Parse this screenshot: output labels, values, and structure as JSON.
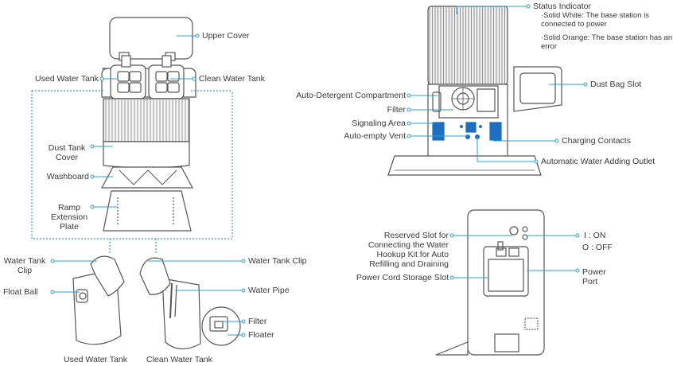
{
  "labels": {
    "upper_cover": "Upper Cover",
    "used_water_tank": "Used Water Tank",
    "clean_water_tank": "Clean Water Tank",
    "dust_tank_cover": "Dust Tank Cover",
    "washboard": "Washboard",
    "ramp_extension_plate": "Ramp Extension Plate",
    "water_tank_clip_left": "Water Tank Clip",
    "float_ball": "Float Ball",
    "water_tank_clip_right": "Water Tank Clip",
    "water_pipe": "Water Pipe",
    "filter_tank": "Filter",
    "floater": "Floater",
    "caption_used": "Used Water Tank",
    "caption_clean": "Clean Water Tank",
    "status_indicator": "Status Indicator",
    "status_white": "·Solid White: The base station is connected to power",
    "status_orange": "·Solid Orange: The base station has an error",
    "auto_detergent": "Auto-Detergent Compartment",
    "filter_station": "Filter",
    "signaling_area": "Signaling Area",
    "auto_empty_vent": "Auto-empty Vent",
    "dust_bag_slot": "Dust Bag Slot",
    "charging_contacts": "Charging Contacts",
    "auto_water_outlet": "Automatic Water Adding Outlet",
    "reserved_slot": "Reserved Slot for Connecting the Water Hookup Kit for Auto Refilling and Draining",
    "power_cord_storage": "Power Cord Storage Slot",
    "switch_on": "I : ON",
    "switch_off": "O : OFF",
    "power_port": "Power Port"
  },
  "colors": {
    "leader_line": "#2a9fd8",
    "outline": "#555555",
    "signal_blue": "#1e6fc0"
  }
}
